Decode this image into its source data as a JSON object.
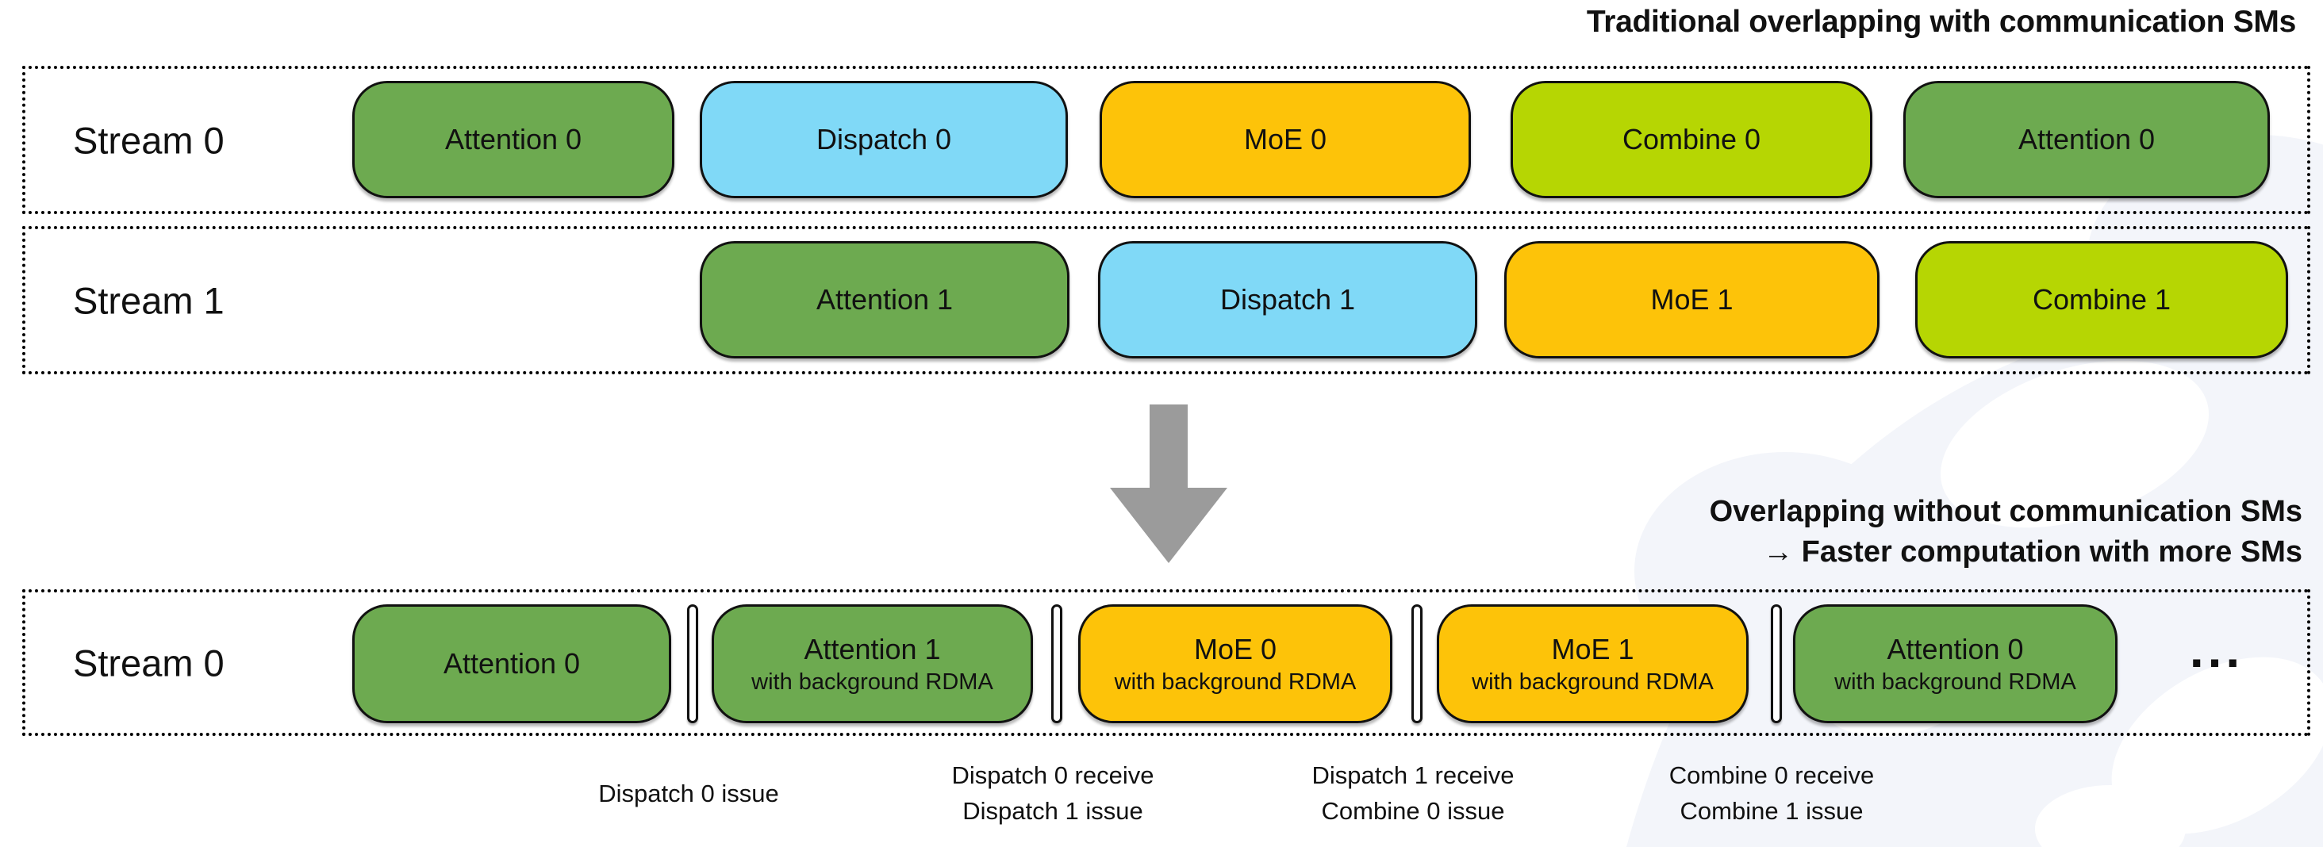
{
  "colors": {
    "green": "#6daa50",
    "blue": "#80d9f7",
    "orange": "#fdc309",
    "lime": "#b6d603",
    "arrow_gray": "#9b9b9b",
    "watermark": "#f3f5fa",
    "text": "#111111"
  },
  "top": {
    "title": "Traditional overlapping with communication SMs",
    "stream0": {
      "label": "Stream 0",
      "blocks": [
        {
          "text": "Attention 0",
          "color": "green"
        },
        {
          "text": "Dispatch 0",
          "color": "blue"
        },
        {
          "text": "MoE 0",
          "color": "orange"
        },
        {
          "text": "Combine 0",
          "color": "lime"
        },
        {
          "text": "Attention 0",
          "color": "green"
        }
      ]
    },
    "stream1": {
      "label": "Stream 1",
      "blocks": [
        {
          "text": "Attention 1",
          "color": "green"
        },
        {
          "text": "Dispatch 1",
          "color": "blue"
        },
        {
          "text": "MoE 1",
          "color": "orange"
        },
        {
          "text": "Combine 1",
          "color": "lime"
        }
      ]
    }
  },
  "transition": {
    "note_line1": "Overlapping without communication SMs",
    "note_line2": "→ Faster computation with more SMs"
  },
  "bottom": {
    "label": "Stream 0",
    "blocks": [
      {
        "title": "Attention 0",
        "subtitle": "",
        "color": "green"
      },
      {
        "title": "Attention 1",
        "subtitle": "with background RDMA",
        "color": "green"
      },
      {
        "title": "MoE 0",
        "subtitle": "with background RDMA",
        "color": "orange"
      },
      {
        "title": "MoE 1",
        "subtitle": "with background RDMA",
        "color": "orange"
      },
      {
        "title": "Attention 0",
        "subtitle": "with background RDMA",
        "color": "green"
      }
    ],
    "ellipsis": "...",
    "events": [
      {
        "line1": "Dispatch 0 issue",
        "line2": ""
      },
      {
        "line1": "Dispatch 0 receive",
        "line2": "Dispatch 1 issue"
      },
      {
        "line1": "Dispatch 1 receive",
        "line2": "Combine 0 issue"
      },
      {
        "line1": "Combine 0 receive",
        "line2": "Combine 1 issue"
      }
    ]
  }
}
